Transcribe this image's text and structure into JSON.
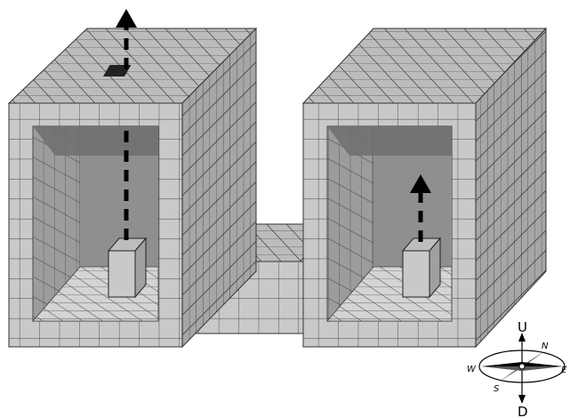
{
  "diagram": {
    "structures": [
      {
        "id": "left-frame",
        "exit_hole_in_top": true
      },
      {
        "id": "connector-block"
      },
      {
        "id": "right-frame",
        "exit_hole_in_top": false
      }
    ],
    "cubes": [
      {
        "id": "left-cube",
        "inside": "left-frame",
        "arrow_direction": "up",
        "arrow_passes_through_top": true
      },
      {
        "id": "right-cube",
        "inside": "right-frame",
        "arrow_direction": "up",
        "arrow_passes_through_top": false
      }
    ],
    "colors": {
      "front": "#c8c8c8",
      "top": "#b8b8b8",
      "side": "#a4a4a4",
      "inner_wall": "#999999",
      "shadow": "#6e6e6e",
      "arrow": "#000000"
    }
  },
  "compass": {
    "up": "U",
    "down": "D",
    "north": "N",
    "east": "E",
    "south": "S",
    "west": "W"
  }
}
